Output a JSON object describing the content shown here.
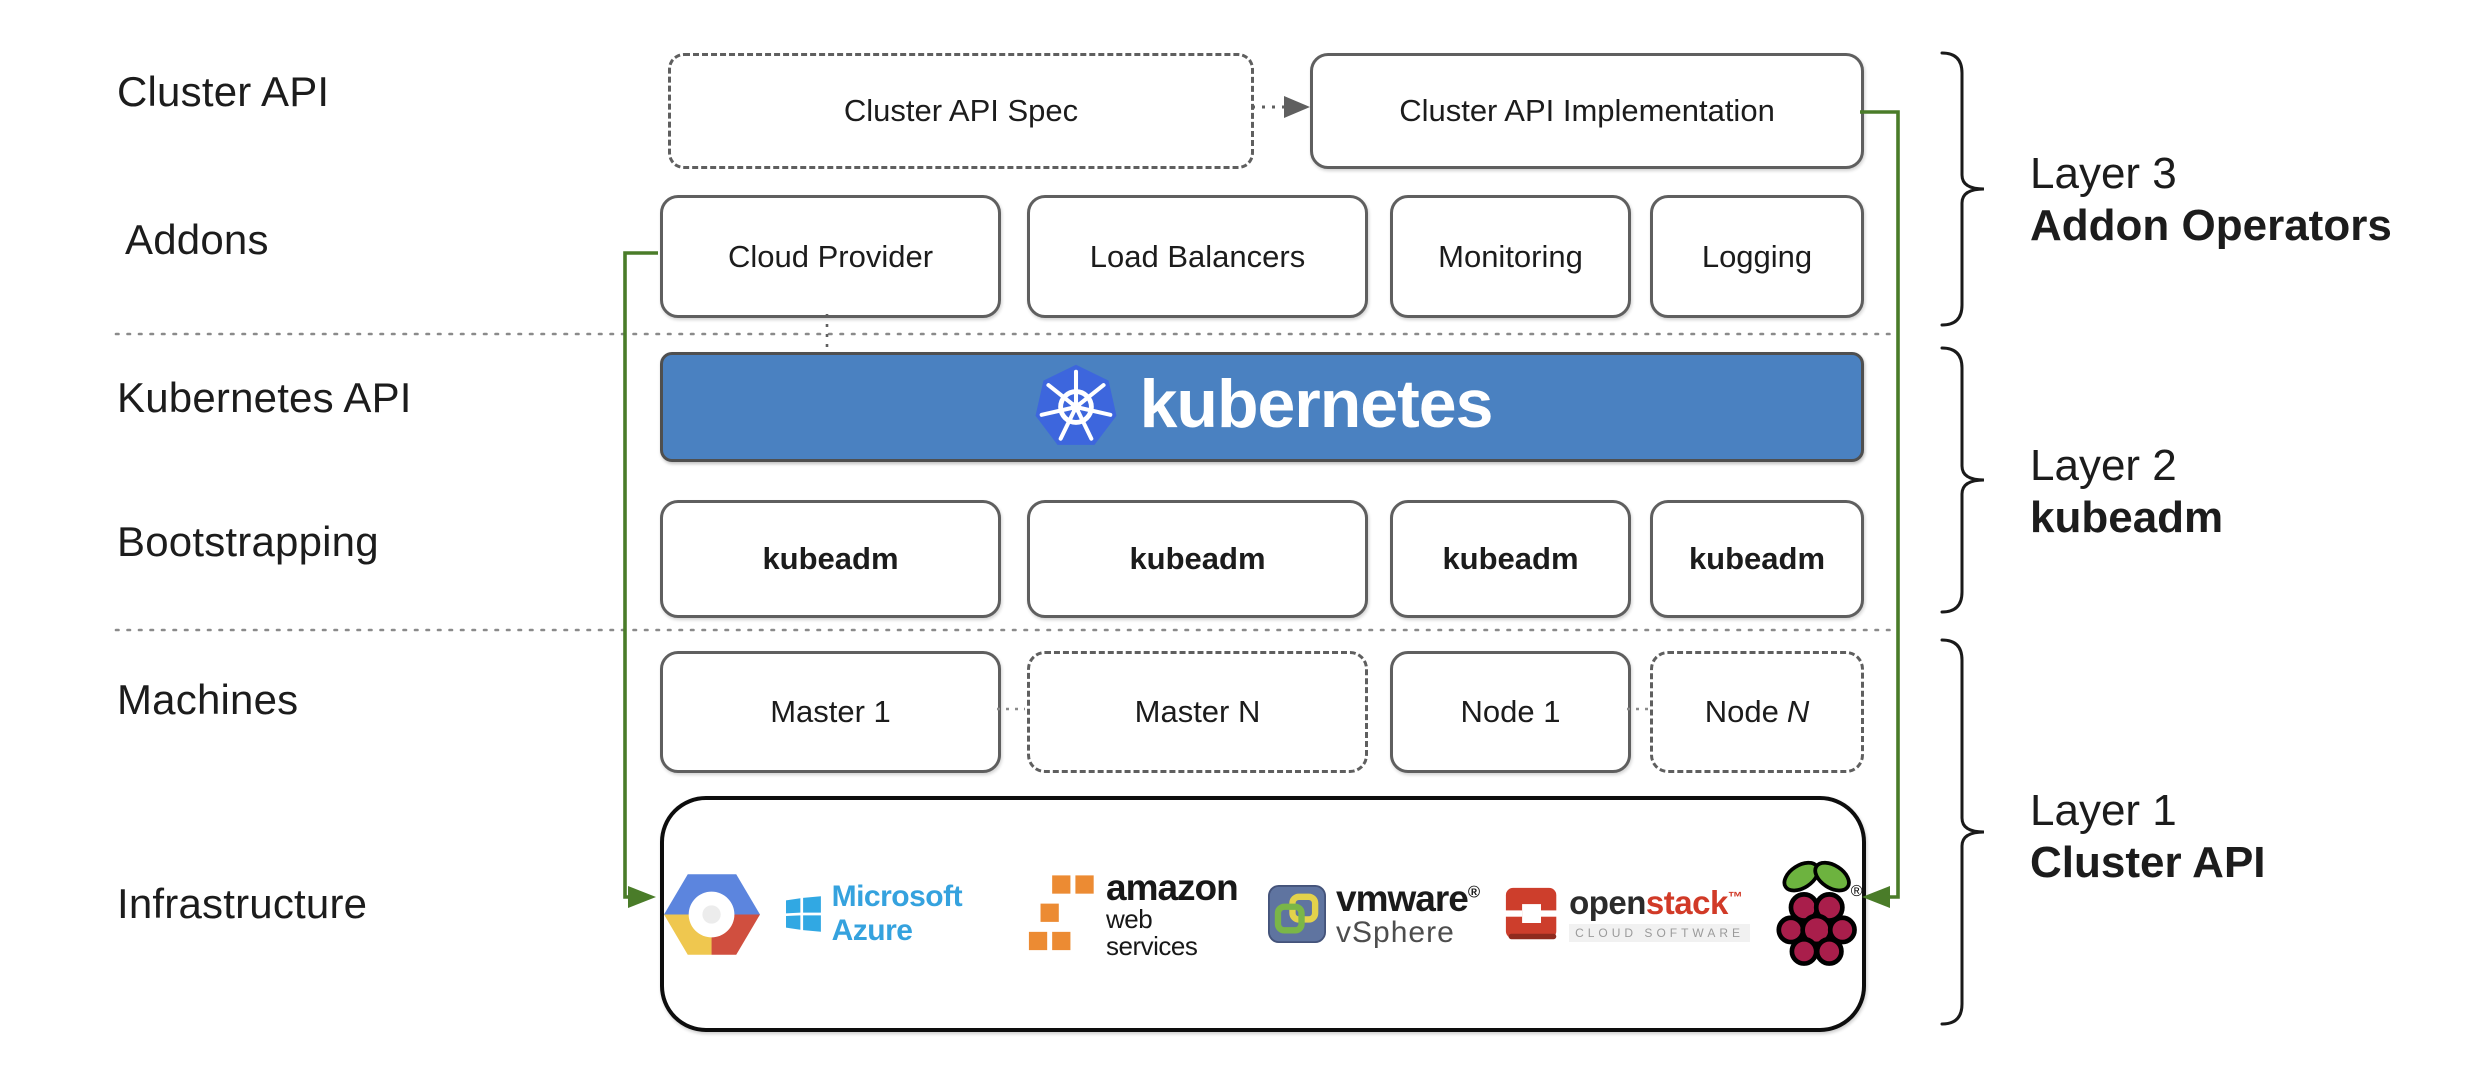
{
  "diagram": {
    "row_labels": {
      "cluster_api": "Cluster API",
      "addons": "Addons",
      "kubernetes_api": "Kubernetes API",
      "bootstrapping": "Bootstrapping",
      "machines": "Machines",
      "infrastructure": "Infrastructure"
    },
    "cluster_api_row": {
      "spec": "Cluster API Spec",
      "implementation": "Cluster API Implementation"
    },
    "addons": [
      "Cloud Provider",
      "Load Balancers",
      "Monitoring",
      "Logging"
    ],
    "kubernetes_banner": {
      "wordmark": "kubernetes"
    },
    "bootstrapping": [
      "kubeadm",
      "kubeadm",
      "kubeadm",
      "kubeadm"
    ],
    "machines": [
      {
        "label": "Master 1"
      },
      {
        "label": "Master N"
      },
      {
        "label": "Node 1"
      },
      {
        "label": "Node",
        "suffix_italic": "N"
      }
    ],
    "infrastructure": {
      "logos": [
        "google-cloud",
        "microsoft-azure",
        "amazon-web-services",
        "vmware-vsphere",
        "openstack",
        "raspberry-pi"
      ],
      "azure_text": "Microsoft Azure",
      "aws_line1": "amazon",
      "aws_line2": "web services",
      "vmware_line1": "vmware",
      "vmware_reg": "®",
      "vmware_line2": "vSphere",
      "openstack_open": "open",
      "openstack_stack": "stack",
      "openstack_tm": "™",
      "openstack_sub": "CLOUD SOFTWARE",
      "raspberry_reg": "®"
    },
    "layers": [
      {
        "line1": "Layer 3",
        "line2": "Addon Operators"
      },
      {
        "line1": "Layer 2",
        "line2": "kubeadm"
      },
      {
        "line1": "Layer 1",
        "line2": "Cluster API"
      }
    ],
    "colors": {
      "banner_blue": "#4a81c1",
      "k8s_logo_blue": "#3d66dd",
      "arrow_green": "#4a7c29",
      "border_gray": "#5f5f5f",
      "azure_blue": "#35a2de",
      "aws_orange": "#ec8b33",
      "openstack_red": "#cd3e2c",
      "raspberry_red": "#a91e4b",
      "leaf_green": "#6db33f"
    }
  }
}
